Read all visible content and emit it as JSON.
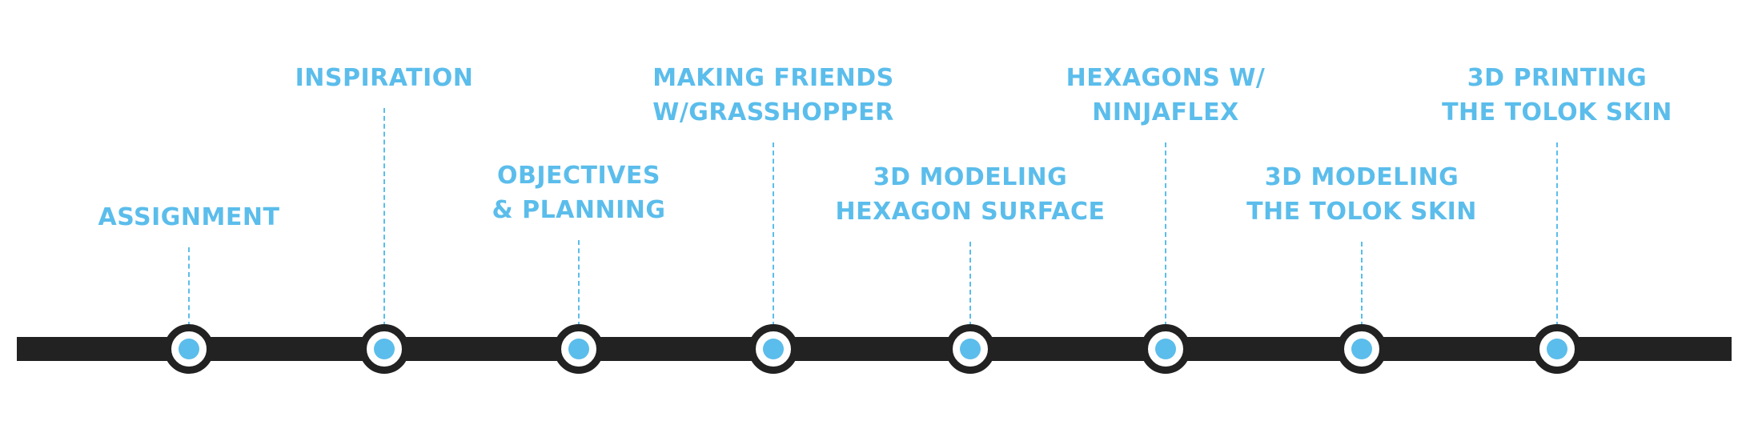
{
  "colors": {
    "accent": "#5BBDEB",
    "track": "#222222",
    "background": "#FFFFFF"
  },
  "timeline": {
    "steps": [
      {
        "lines": [
          "ASSIGNMENT"
        ]
      },
      {
        "lines": [
          "INSPIRATION"
        ]
      },
      {
        "lines": [
          "OBJECTIVES",
          "& PLANNING"
        ]
      },
      {
        "lines": [
          "MAKING FRIENDS",
          "W/GRASSHOPPER"
        ]
      },
      {
        "lines": [
          "3D MODELING",
          "HEXAGON SURFACE"
        ]
      },
      {
        "lines": [
          "HEXAGONS W/",
          "NINJAFLEX"
        ]
      },
      {
        "lines": [
          "3D MODELING",
          "THE TOLOK SKIN"
        ]
      },
      {
        "lines": [
          "3D PRINTING",
          "THE TOLOK SKIN"
        ]
      }
    ]
  }
}
